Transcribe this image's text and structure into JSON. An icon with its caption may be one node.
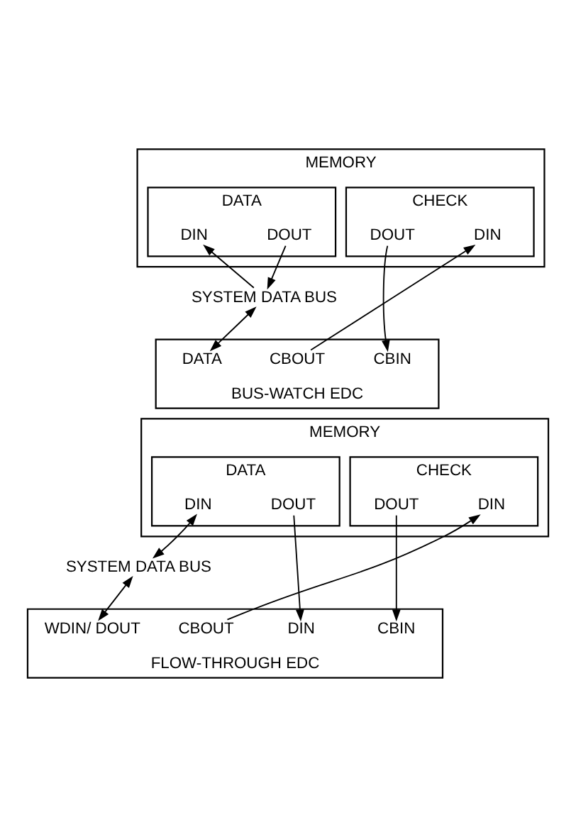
{
  "diagram": {
    "nodes": [
      {
        "text": [
          "MEMORY"
        ]
      },
      {
        "text": [
          "DATA"
        ],
        "in": 0
      },
      {
        "text": [
          "DIN"
        ],
        "in": 1
      },
      {
        "text": [
          "DOUT"
        ],
        "in": 1
      },
      {
        "text": [
          "CHECK"
        ],
        "in": 0
      },
      {
        "text": [
          "DIN"
        ],
        "in": 4
      },
      {
        "text": [
          "DOUT"
        ],
        "in": 4
      },
      {
        "text": [
          "SYSTEM DATA BUS"
        ]
      },
      {
        "text": [
          "BUS-WATCH EDC"
        ]
      },
      {
        "text": [
          "DATA"
        ],
        "in": 8
      },
      {
        "text": [
          "CBOUT"
        ],
        "in": 8
      },
      {
        "text": [
          "CBIN"
        ],
        "in": 8
      },
      {
        "text": [
          "MEMORY"
        ]
      },
      {
        "text": [
          "DATA"
        ],
        "in": 12
      },
      {
        "text": [
          "DIN"
        ],
        "in": 13
      },
      {
        "text": [
          "DOUT"
        ],
        "in": 13
      },
      {
        "text": [
          "CHECK"
        ],
        "in": 12
      },
      {
        "text": [
          "DIN"
        ],
        "in": 16
      },
      {
        "text": [
          "DOUT"
        ],
        "in": 16
      },
      {
        "text": [
          "SYSTEM DATA BUS"
        ]
      },
      {
        "text": [
          "FLOW-THROUGH EDC"
        ]
      },
      {
        "text": [
          "WDIN/ DOUT"
        ],
        "in": 20
      },
      {
        "text": [
          "DIN"
        ],
        "in": 20
      },
      {
        "text": [
          "CBOUT"
        ],
        "in": 20
      },
      {
        "text": [
          "CBIN"
        ],
        "in": 20
      }
    ],
    "edges": [
      {
        "from": 7,
        "to": 2,
        "arrow": "to"
      },
      {
        "from": 3,
        "to": 7,
        "arrow": "to"
      },
      {
        "from": 7,
        "to": 9,
        "arrow": "both"
      },
      {
        "from": 10,
        "to": 5,
        "arrow": "to"
      },
      {
        "from": 6,
        "to": 11,
        "arrow": "to"
      },
      {
        "from": 19,
        "to": 14,
        "arrow": "both"
      },
      {
        "from": 19,
        "to": 21,
        "arrow": "both"
      },
      {
        "from": 15,
        "to": 22,
        "arrow": "to"
      },
      {
        "from": 23,
        "to": 17,
        "arrow": "to"
      },
      {
        "from": 18,
        "to": 24,
        "arrow": "to"
      }
    ]
  }
}
